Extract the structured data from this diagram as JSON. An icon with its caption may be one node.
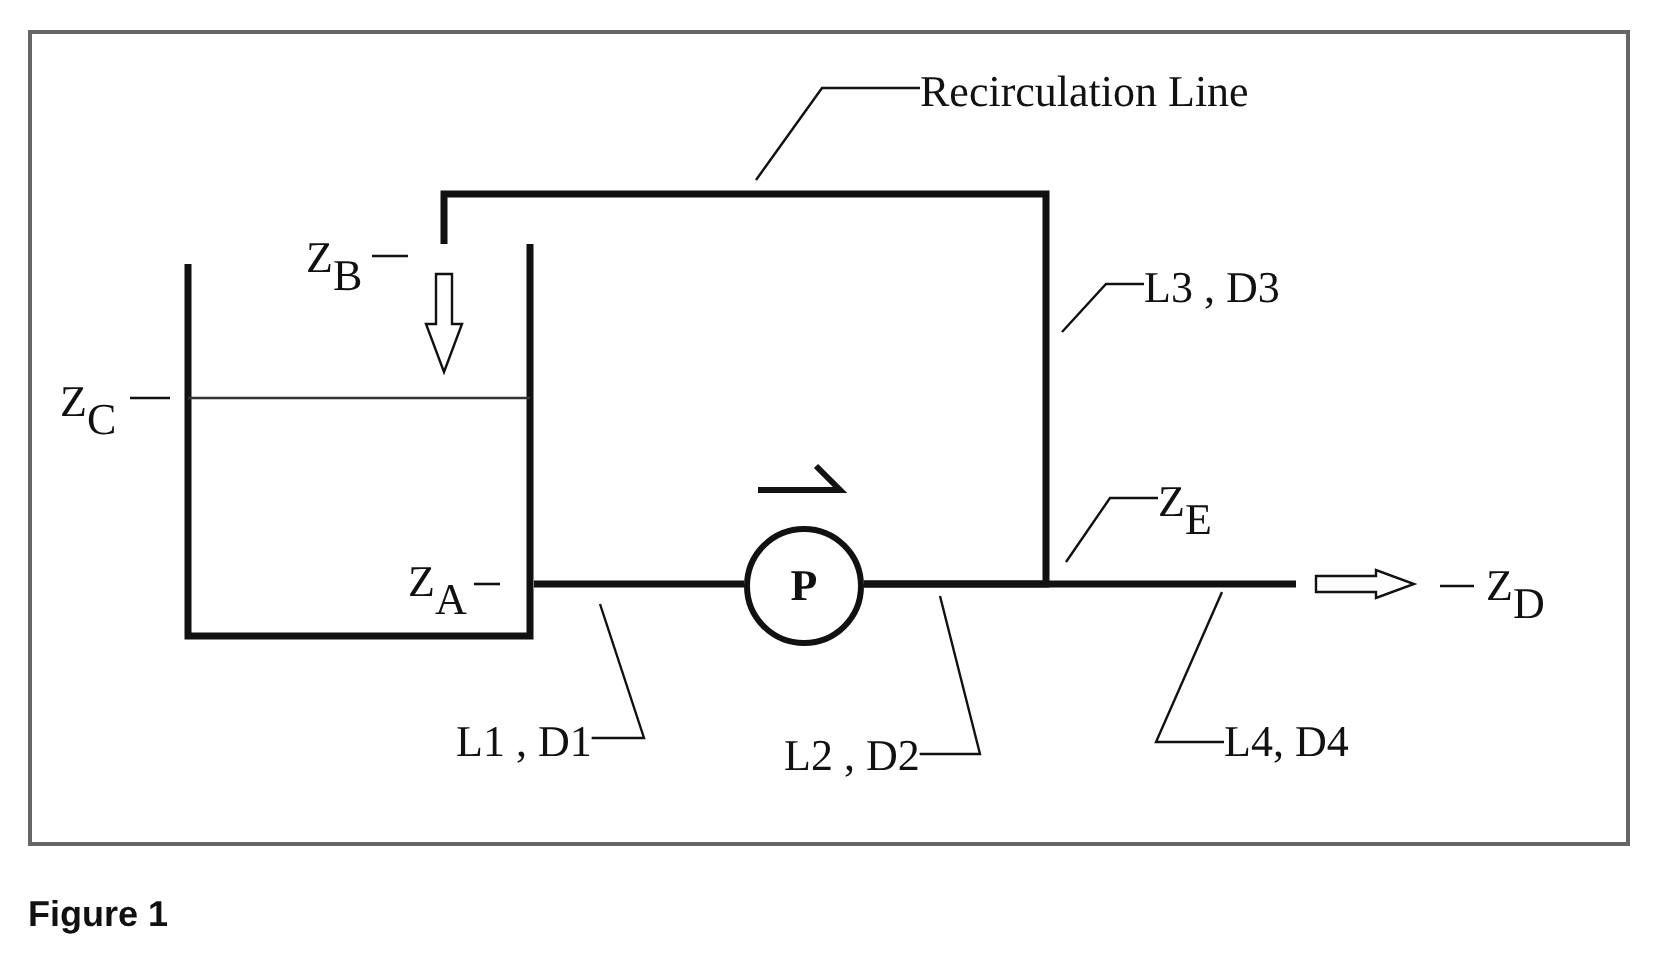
{
  "diagram": {
    "caption": "Figure 1",
    "nodes": [
      {
        "text": [
          "Recirculation Line"
        ]
      },
      {
        "text": [
          "L3 , D3"
        ]
      },
      {
        "text": [],
        "shape": "tank"
      },
      {
        "text": [
          "Z$_{E}$"
        ]
      },
      {
        "text": [
          "P"
        ]
      },
      {
        "text": [
          "L1 , D1"
        ]
      },
      {
        "text": [
          "L2 , D2"
        ]
      },
      {
        "text": [
          "L4, D4"
        ]
      }
    ],
    "edges": [
      {
        "from": 2,
        "to": 4,
        "arrow": "none",
        "style": "thick"
      },
      {
        "from": 4,
        "to": 2,
        "arrow": "none",
        "style": "thick"
      },
      {
        "from": 4,
        "to": null,
        "arrow": "none",
        "style": "thick"
      },
      {
        "from": 0,
        "to": null,
        "arrow": "none"
      },
      {
        "from": 1,
        "to": null,
        "arrow": "none"
      },
      {
        "from": 3,
        "to": null,
        "arrow": "none"
      },
      {
        "from": 5,
        "to": null,
        "arrow": "none"
      },
      {
        "from": 6,
        "to": null,
        "arrow": "none"
      },
      {
        "from": 7,
        "to": null,
        "arrow": "none"
      }
    ],
    "labels": [
      "Z$_{B}$",
      "Z$_{C}$",
      "Z$_{A}$",
      "Z$_{D}$"
    ]
  }
}
